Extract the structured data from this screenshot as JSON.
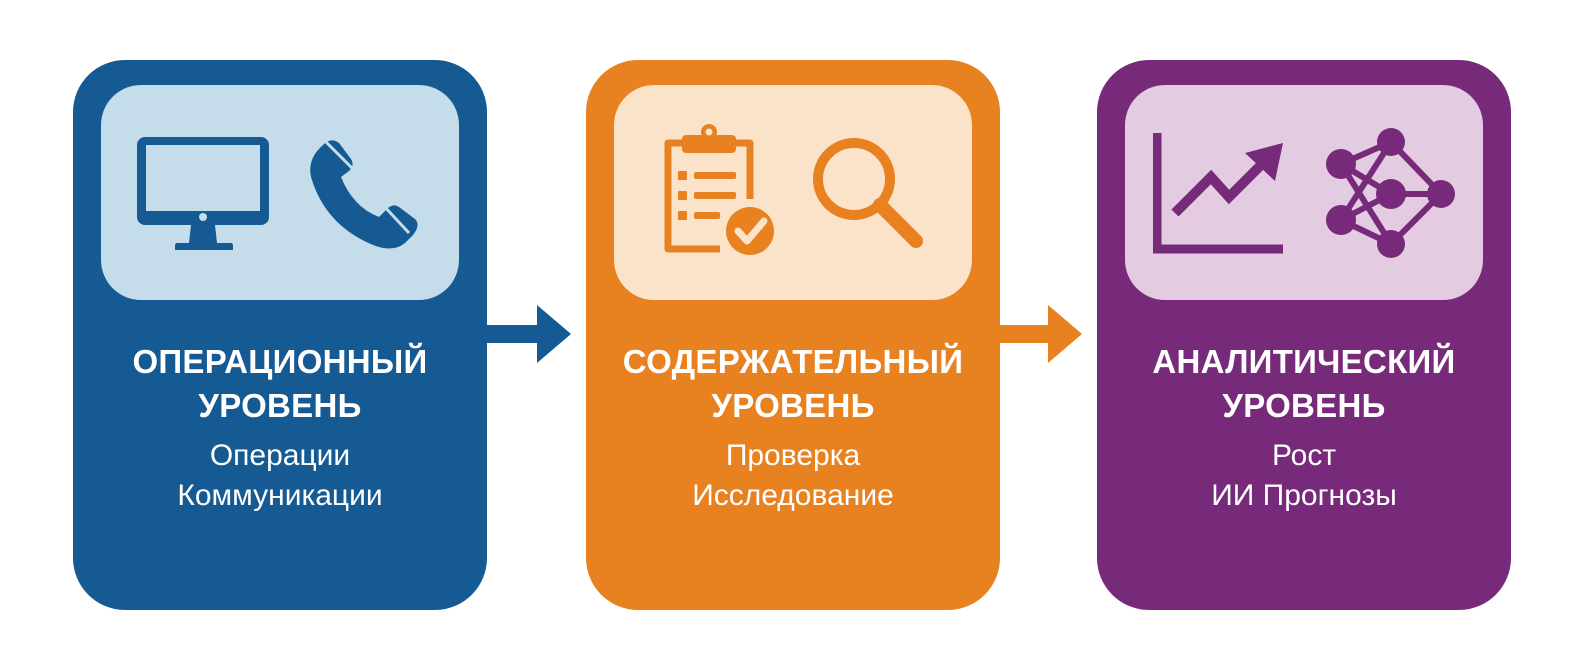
{
  "diagram": {
    "type": "process-flow",
    "direction": "left-to-right",
    "stages": [
      {
        "id": "operational",
        "title_line1": "ОПЕРАЦИОННЫЙ",
        "title_line2": "УРОВЕНЬ",
        "items": [
          "Операции",
          "Коммуникации"
        ],
        "icons": [
          "monitor-icon",
          "phone-icon"
        ],
        "color": "#155A93",
        "panel_color": "#C5DCEA"
      },
      {
        "id": "content",
        "title_line1": "СОДЕРЖАТЕЛЬНЫЙ",
        "title_line2": "УРОВЕНЬ",
        "items": [
          "Проверка",
          "Исследование"
        ],
        "icons": [
          "clipboard-check-icon",
          "magnifier-icon"
        ],
        "color": "#E8811F",
        "panel_color": "#FAE3C8"
      },
      {
        "id": "analytical",
        "title_line1": "АНАЛИТИЧЕСКИЙ",
        "title_line2": "УРОВЕНЬ",
        "items": [
          "Рост",
          "ИИ Прогнозы"
        ],
        "icons": [
          "growth-chart-icon",
          "neural-network-icon"
        ],
        "color": "#782A7A",
        "panel_color": "#E3CCE2"
      }
    ],
    "connectors": [
      {
        "from": "operational",
        "to": "content",
        "color": "#155A93"
      },
      {
        "from": "content",
        "to": "analytical",
        "color": "#E8811F"
      }
    ]
  }
}
